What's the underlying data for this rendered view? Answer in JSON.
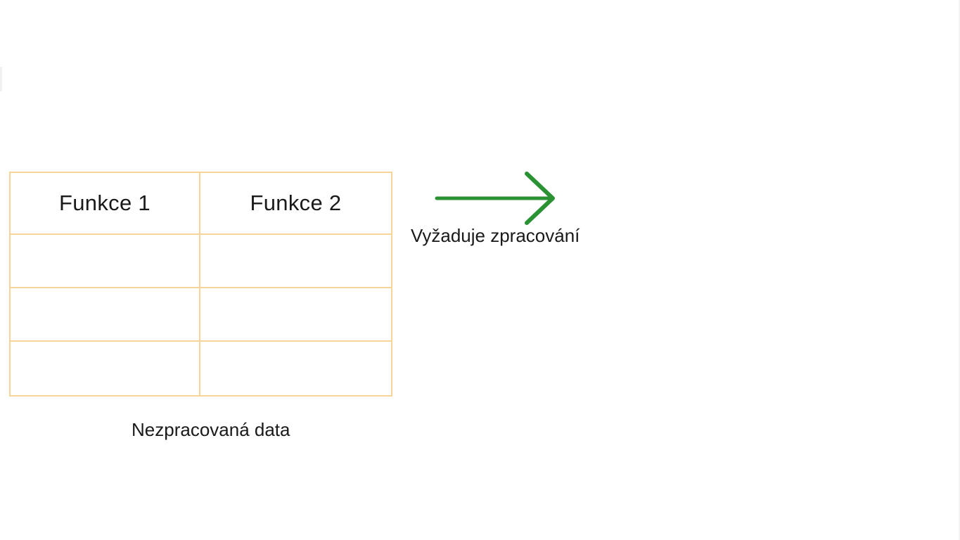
{
  "table": {
    "headers": [
      "Funkce 1",
      "Funkce 2"
    ],
    "rows": [
      [
        "",
        ""
      ],
      [
        "",
        ""
      ],
      [
        "",
        ""
      ]
    ],
    "caption": "Nezpracovaná data",
    "border_color": "#f7d59a"
  },
  "process": {
    "label": "Vyžaduje zpracování",
    "arrow_color": "#2b9234",
    "icon": "right-arrow-icon"
  }
}
